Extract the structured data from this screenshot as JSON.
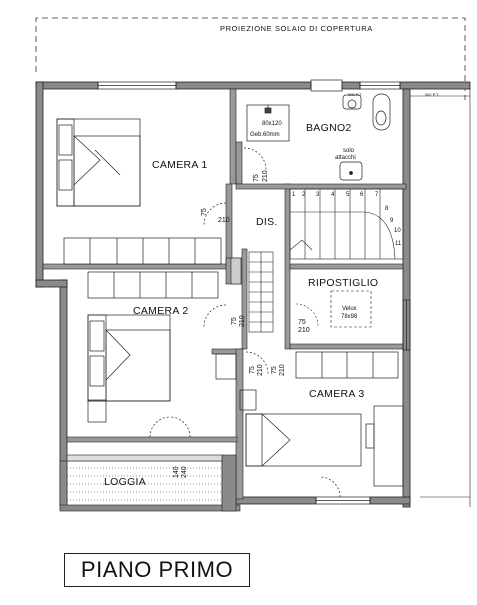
{
  "plan": {
    "projection_label": "PROIEZIONE SOLAIO DI COPERTURA",
    "title": "PIANO PRIMO",
    "rooms": {
      "camera1": "CAMERA 1",
      "camera2": "CAMERA 2",
      "camera3": "CAMERA 3",
      "bagno2": "BAGNO2",
      "dis": "DIS.",
      "ripostiglio": "RIPOSTIGLIO",
      "loggia": "LOGGIA"
    },
    "notes": {
      "shower_size": "80x120",
      "shower_spec": "Geb.60mm",
      "solo_attacchi_1": "solo",
      "solo_attacchi_2": "attacchi",
      "velux_label": "Velux",
      "velux_size": "78x98",
      "wc_left": "WC P.T.",
      "wc_right": "WC P.T."
    },
    "door_dims": {
      "d1_w": "75",
      "d1_h": "210",
      "d2_w": "75",
      "d2_h": "210",
      "d3_w": "75",
      "d3_h": "210",
      "d4_w": "75",
      "d4_h": "210",
      "d5_w": "75",
      "d5_h": "210",
      "d6_w": "75",
      "d6_h": "210",
      "loggia_w": "140",
      "loggia_h": "240"
    },
    "stair_steps": [
      "1",
      "2",
      "3",
      "4",
      "5",
      "6",
      "7",
      "8",
      "9",
      "10",
      "11"
    ],
    "colors": {
      "wall": "#8a8a8a",
      "line": "#222222"
    }
  }
}
